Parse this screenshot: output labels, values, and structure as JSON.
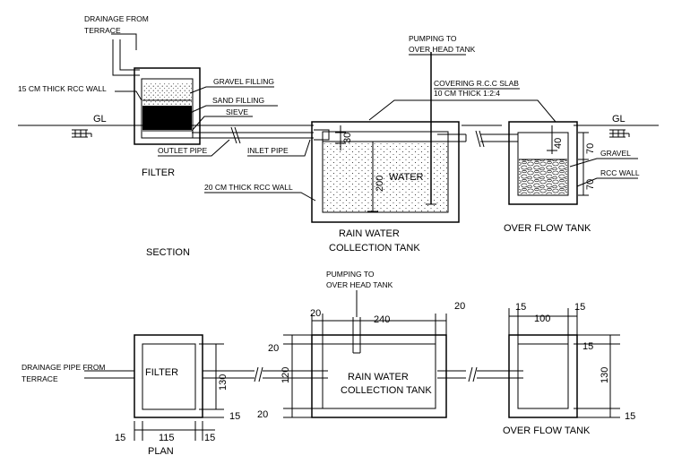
{
  "section": {
    "drainage_from_terrace_line1": "DRAINAGE FROM",
    "drainage_from_terrace_line2": "TERRACE",
    "rcc_wall_15": "15 CM THICK RCC WALL",
    "gravel_filling": "GRAVEL FILLING",
    "sand_filling": "SAND  FILLING",
    "sieve": "SIEVE",
    "outlet_pipe": "OUTLET PIPE",
    "inlet_pipe": "INLET PIPE",
    "filter": "FILTER",
    "gl_left": "GL",
    "gl_right": "GL",
    "pumping_line1": "PUMPING TO",
    "pumping_line2": "OVER HEAD TANK",
    "covering_line1": "COVERING  R.C.C SLAB",
    "covering_line2": "10 CM THICK  1:2:4",
    "water": "WATER",
    "rcc_wall_20": "20 CM THICK RCC WALL",
    "rain_water_line1": "RAIN WATER",
    "rain_water_line2": "COLLECTION TANK",
    "dim_30": "30",
    "dim_200": "200",
    "dim_40": "40",
    "dim_70_top": "70",
    "dim_70_bottom": "70",
    "gravel": "GRAVEL",
    "rcc_wall": "RCC WALL",
    "over_flow_tank": "OVER FLOW TANK",
    "section_title": "SECTION"
  },
  "plan": {
    "pumping_line1": "PUMPING TO",
    "pumping_line2": "OVER HEAD TANK",
    "dim_20_top_left": "20",
    "dim_240": "240",
    "dim_20_top_right": "20",
    "dim_15_top_left": "15",
    "dim_100": "100",
    "dim_15_top_right": "15",
    "drainage_pipe_line1": "DRAINAGE PIPE FROM",
    "drainage_pipe_line2": "TERRACE",
    "filter": "FILTER",
    "dim_130_filter": "130",
    "dim_15_filter": "15",
    "dim_15_bottom_left": "15",
    "dim_115": "115",
    "dim_15_bottom_right": "15",
    "plan_title": "PLAN",
    "dim_20_left_upper": "20",
    "dim_120": "120",
    "dim_20_left_lower": "20",
    "rain_water_line1": "RAIN WATER",
    "rain_water_line2": "COLLECTION TANK",
    "dim_15_over_flow": "15",
    "dim_130_over_flow": "130",
    "dim_15_over_flow_bottom": "15",
    "over_flow_tank": "OVER FLOW TANK"
  }
}
